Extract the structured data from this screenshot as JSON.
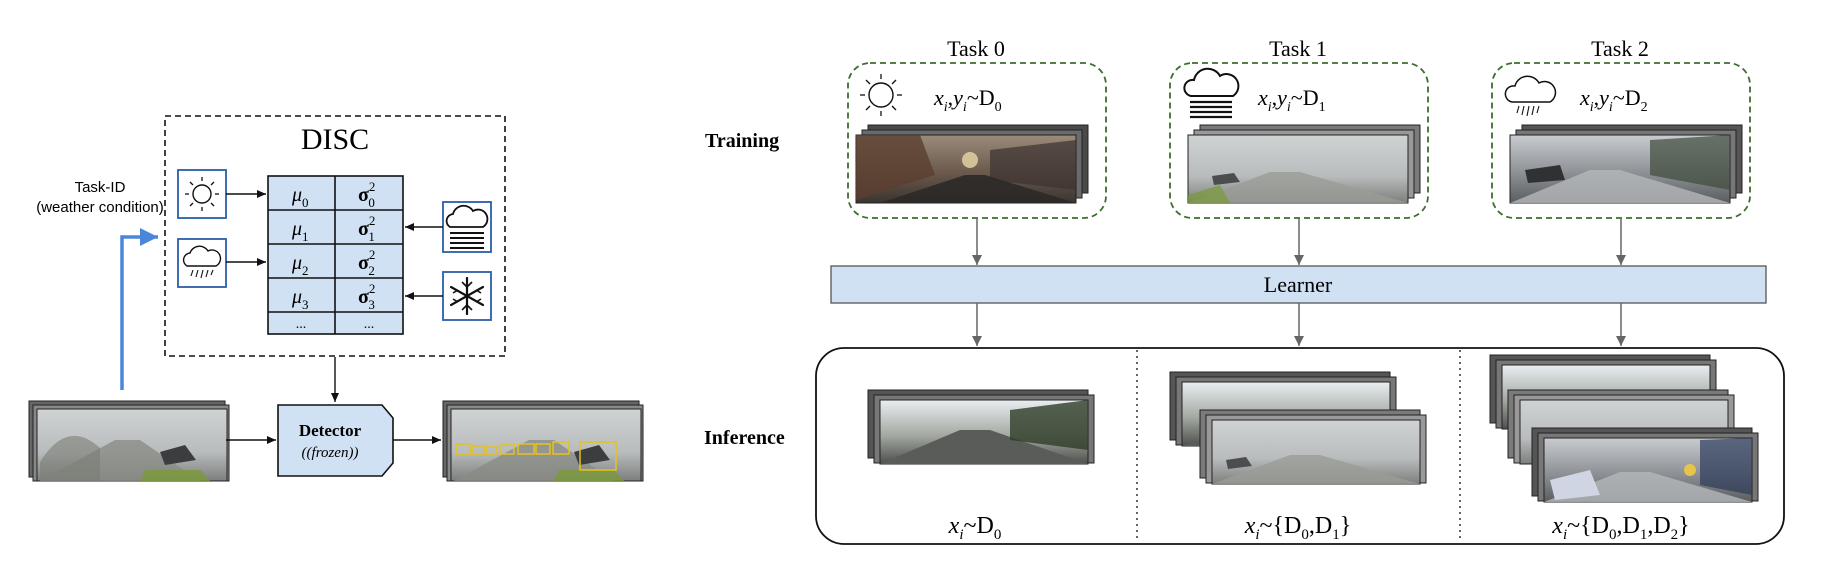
{
  "left": {
    "disc_title": "DISC",
    "task_id_label": "Task-ID",
    "task_id_sublabel": "(weather condition)",
    "rows": [
      {
        "mu": "μ",
        "mu_sub": "0",
        "sigma": "σ",
        "sigma_sub": "0",
        "sigma_sup": "2"
      },
      {
        "mu": "μ",
        "mu_sub": "1",
        "sigma": "σ",
        "sigma_sub": "1",
        "sigma_sup": "2"
      },
      {
        "mu": "μ",
        "mu_sub": "2",
        "sigma": "σ",
        "sigma_sub": "2",
        "sigma_sup": "2"
      },
      {
        "mu": "μ",
        "mu_sub": "3",
        "sigma": "σ",
        "sigma_sub": "3",
        "sigma_sup": "2"
      }
    ],
    "ellipsis": "...",
    "detector_label": "Detector",
    "detector_sublabel": "(frozen)",
    "icons": [
      "sun-icon",
      "rain-cloud-icon",
      "fog-icon",
      "snowflake-icon"
    ]
  },
  "right": {
    "training_label": "Training",
    "inference_label": "Inference",
    "learner_label": "Learner",
    "tasks": [
      {
        "title": "Task 0",
        "formula_vars": "x",
        "formula_dist": "D",
        "sub": "0",
        "icon": "sun-icon"
      },
      {
        "title": "Task 1",
        "formula_vars": "x",
        "formula_dist": "D",
        "sub": "1",
        "icon": "fog-icon"
      },
      {
        "title": "Task 2",
        "formula_vars": "x",
        "formula_dist": "D",
        "sub": "2",
        "icon": "rain-cloud-icon"
      }
    ],
    "inference_formulas": [
      {
        "text": "x~D0"
      },
      {
        "text": "x~{D0,D1}"
      },
      {
        "text": "x~{D0,D1,D2}"
      }
    ]
  },
  "colors": {
    "cell_fill": "#cfe1f3",
    "learner_fill": "#cfe1f3",
    "detector_fill": "#cfe1f3",
    "arrow_blue": "#4a86d9",
    "task_border": "#3c6e2f",
    "icon_border": "#2a5fa8",
    "bbox_yellow": "#e6c21a"
  }
}
